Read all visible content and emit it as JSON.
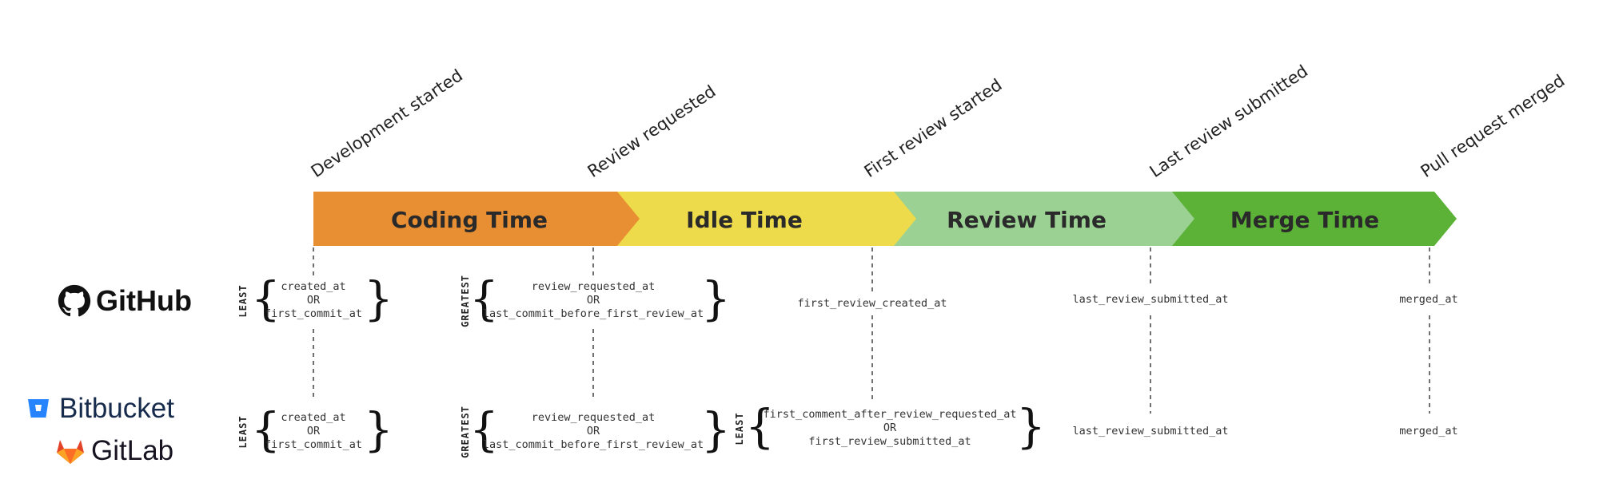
{
  "milestones": [
    "Development started",
    "Review requested",
    "First review started",
    "Last review submitted",
    "Pull request merged"
  ],
  "phases": [
    {
      "label": "Coding Time",
      "color": "#e98f33"
    },
    {
      "label": "Idle Time",
      "color": "#eddb4b"
    },
    {
      "label": "Review Time",
      "color": "#9bd193"
    },
    {
      "label": "Merge Time",
      "color": "#5cb237"
    }
  ],
  "providers": {
    "github": {
      "name": "GitHub",
      "coding": {
        "qualifier": "LEAST",
        "lines": [
          "created_at",
          "OR",
          "first_commit_at"
        ]
      },
      "idle": {
        "qualifier": "GREATEST",
        "lines": [
          "review_requested_at",
          "OR",
          "last_commit_before_first_review_at"
        ]
      },
      "review_start": "first_review_created_at",
      "last_review": "last_review_submitted_at",
      "merged": "merged_at"
    },
    "bitbucket_gitlab": {
      "names": [
        "Bitbucket",
        "GitLab"
      ],
      "coding": {
        "qualifier": "LEAST",
        "lines": [
          "created_at",
          "OR",
          "first_commit_at"
        ]
      },
      "idle": {
        "qualifier": "GREATEST",
        "lines": [
          "review_requested_at",
          "OR",
          "last_commit_before_first_review_at"
        ]
      },
      "review_start": {
        "qualifier": "LEAST",
        "lines": [
          "first_comment_after_review_requested_at",
          "OR",
          "first_review_submitted_at"
        ]
      },
      "last_review": "last_review_submitted_at",
      "merged": "merged_at"
    }
  },
  "colors": {
    "bitbucket": "#2684ff",
    "gitlab": "#e24329",
    "text": "#222222"
  }
}
